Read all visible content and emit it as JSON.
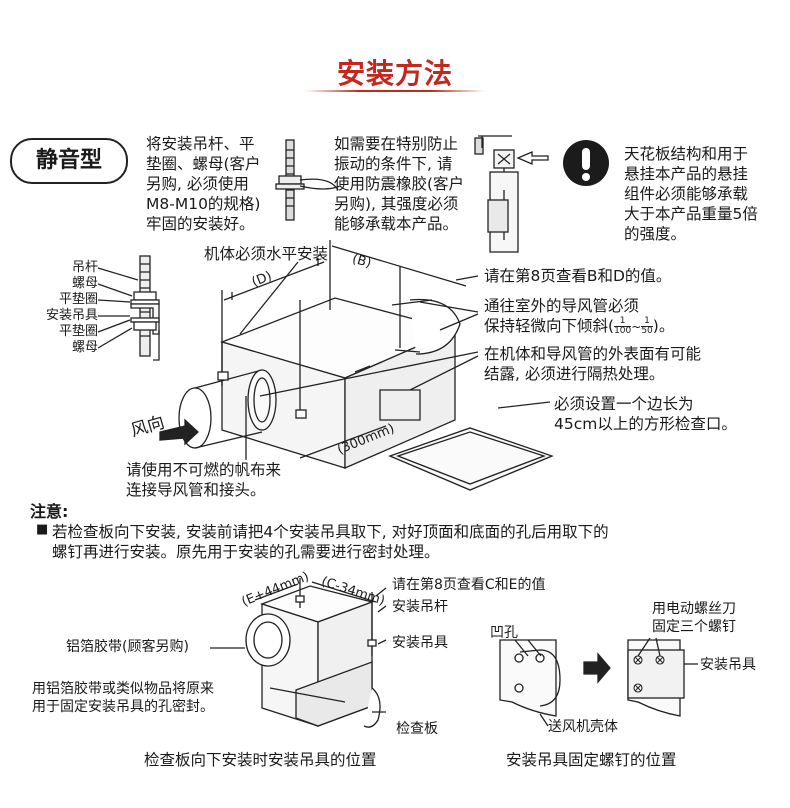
{
  "title": "安装方法",
  "badge": "静音型",
  "top_notes": {
    "rod_note": [
      "将安装吊杆、平",
      "垫圈、螺母(客户",
      "另购, 必须使用",
      "M8-M10的规格)",
      "牢固的安装好。"
    ],
    "vibration_note": [
      "如需要在特别防止",
      "振动的条件下, 请",
      "使用防震橡胶(客户",
      "另购), 其强度必须",
      "能够承载本产品。"
    ],
    "ceiling_note": [
      "天花板结构和用于",
      "悬挂本产品的悬挂",
      "组件必须能够承载",
      "大于本产品重量5倍",
      "的强度。"
    ]
  },
  "hanger_labels": [
    "吊杆",
    "螺母",
    "平垫圈",
    "安装吊具",
    "平垫圈",
    "螺母"
  ],
  "main_diagram": {
    "level_label": "机体必须水平安装",
    "dim_d": "(D)",
    "dim_b": "(B)",
    "dim_300": "(300mm)",
    "wind_label": "风向",
    "callout_bd": "请在第8页查看B和D的值。",
    "callout_duct": [
      "通往室外的导风管必须",
      "保持轻微向下倾斜(",
      "1",
      "100",
      "~",
      "1",
      "50",
      ")。"
    ],
    "callout_condense": [
      "在机体和导风管的外表面有可能",
      "结露, 必须进行隔热处理。"
    ],
    "callout_inspect": [
      "必须设置一个边长为",
      "45cm以上的方形检查口。"
    ],
    "callout_canvas": [
      "请使用不可燃的帆布来",
      "连接导风管和接头。"
    ]
  },
  "notice": {
    "head": "注意:",
    "bullet": "■",
    "lines": [
      "若检查板向下安装, 安装前请把4个安装吊具取下, 对好顶面和底面的孔后用取下的",
      "螺钉再进行安装。原先用于安装的孔需要进行密封处理。"
    ]
  },
  "bottom_left": {
    "dim_e": "(E+44mm)",
    "dim_c": "(C-34mm)",
    "callout_ce": "请在第8页查看C和E的值",
    "label_rod": "安装吊杆",
    "label_hanger": "安装吊具",
    "label_tape": "铝箔胶带(顾客另购)",
    "label_seal": [
      "用铝箔胶带或类似物品将原来",
      "用于固定安装吊具的孔密封。"
    ],
    "label_panel": "检查板",
    "caption": "检查板向下安装时安装吊具的位置"
  },
  "bottom_right": {
    "label_screwdriver": [
      "用电动螺丝刀",
      "固定三个螺钉"
    ],
    "label_recess": "凹孔",
    "label_hanger": "安装吊具",
    "label_shell": "送风机壳体",
    "caption": "安装吊具固定螺钉的位置"
  },
  "colors": {
    "title": "#c3281e",
    "ink": "#1a1a1a"
  }
}
